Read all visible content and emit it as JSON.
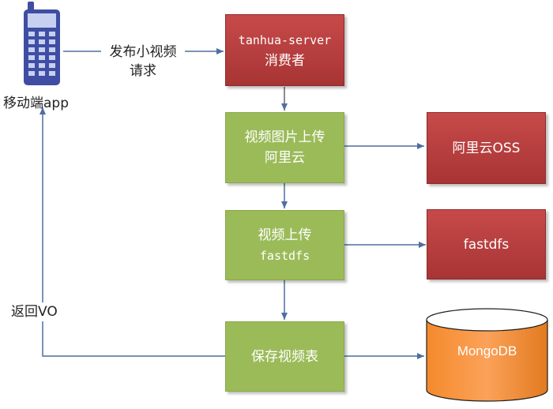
{
  "nodes": {
    "app": {
      "label": "移动端app"
    },
    "consumer": {
      "line1": "tanhua-server",
      "line2": "消费者"
    },
    "upload_image": {
      "line1": "视频图片上传",
      "line2": "阿里云"
    },
    "aliyun": {
      "label": "阿里云OSS"
    },
    "upload_video": {
      "line1": "视频上传",
      "line2": "fastdfs"
    },
    "fastdfs": {
      "label": "fastdfs"
    },
    "save": {
      "label": "保存视频表"
    },
    "mongodb": {
      "label": "MongoDB"
    }
  },
  "edges": {
    "request": {
      "line1": "发布小视频",
      "line2": "请求"
    },
    "return": {
      "label": "返回VO"
    }
  },
  "colors": {
    "red_box": "#b03b3b",
    "green_box": "#9bbb59",
    "mongo_orange": "#f79646",
    "arrow": "#4f6f9f",
    "phone": "#3f4ea3"
  }
}
